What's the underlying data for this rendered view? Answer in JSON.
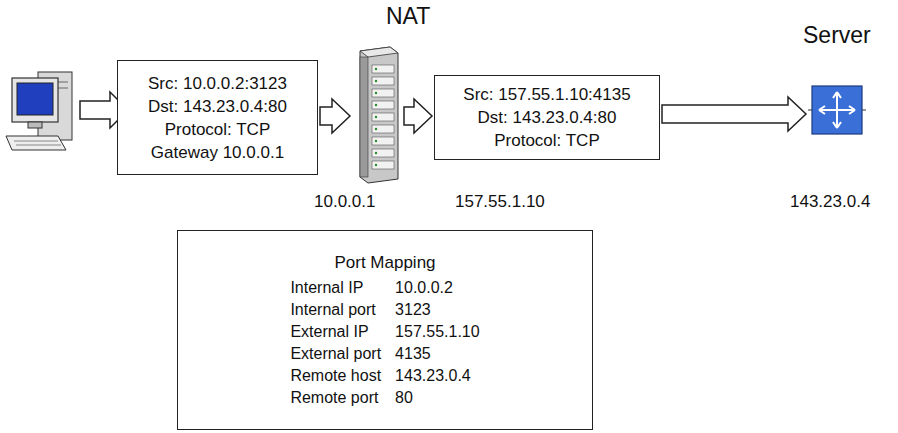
{
  "diagram": {
    "nodes": [
      {
        "text": [
          "Src: 10.0.0.2:3123",
          "Dst: 143.23.0.4:80",
          "Protocol: TCP",
          "Gateway 10.0.0.1"
        ]
      },
      {
        "text": [
          "NAT"
        ]
      },
      {
        "text": [
          "Src: 157.55.1.10:4135",
          "Dst: 143.23.0.4:80",
          "Protocol: TCP"
        ]
      },
      {
        "text": [
          "Server"
        ]
      },
      {
        "text": [
          "Port Mapping",
          "Internal IP",
          "10.0.0.2",
          "Internal port",
          "3123",
          "External IP",
          "157.55.1.10",
          "External port",
          "4135",
          "Remote host",
          "143.23.0.4",
          "Remote port",
          "80"
        ]
      }
    ],
    "edges": [
      {
        "from": 0,
        "to": 1,
        "arrow": "to"
      },
      {
        "from": 1,
        "to": 2,
        "arrow": "to"
      },
      {
        "from": 2,
        "to": 3,
        "arrow": "to"
      }
    ],
    "labels": [
      "10.0.0.1",
      "157.55.1.10",
      "143.23.0.4"
    ]
  }
}
